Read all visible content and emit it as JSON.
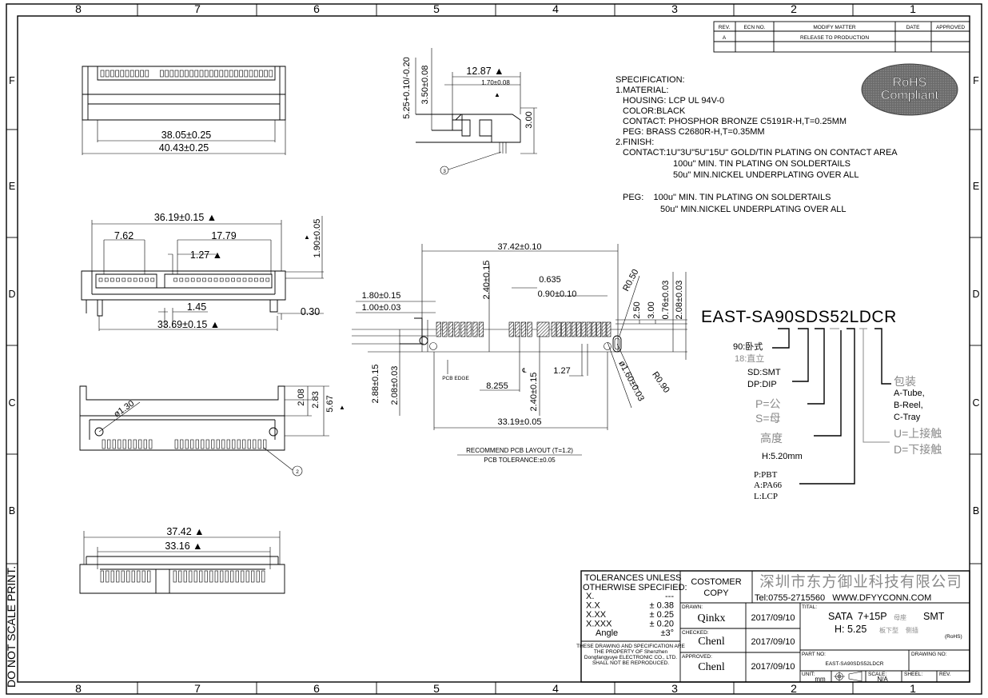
{
  "border": {
    "columns": [
      "8",
      "7",
      "6",
      "5",
      "4",
      "3",
      "2",
      "1"
    ],
    "rows": [
      "F",
      "E",
      "D",
      "C",
      "B"
    ],
    "note": "DO NOT SCALE PRINT."
  },
  "revision_table": {
    "headers": [
      "REV.",
      "ECN NO.",
      "MODIFY MATTER",
      "DATE",
      "APPROVED"
    ],
    "rows": [
      [
        "A",
        "",
        "RELEASE TO PRODUCTION",
        "",
        ""
      ]
    ]
  },
  "specification": {
    "lines": [
      "SPECIFICATION:",
      "1.MATERIAL:",
      "HOUSING: LCP UL 94V-0",
      "COLOR:BLACK",
      "CONTACT: PHOSPHOR BRONZE C5191R-H,T=0.25MM",
      "PEG: BRASS C2680R-H,T=0.35MM",
      "2.FINISH:",
      "CONTACT:1U\"3U\"5U\"15U\" GOLD/TIN PLATING ON CONTACT AREA",
      "100u\" MIN. TIN PLATING ON SOLDERTAILS",
      "50u\" MIN.NICKEL UNDERPLATING OVER ALL",
      "PEG:    100u\" MIN. TIN PLATING ON SOLDERTAILS",
      "50u\" MIN.NICKEL UNDERPLATING OVER ALL"
    ]
  },
  "rohs_badge": {
    "line1": "RoHS",
    "line2": "Compliant"
  },
  "top_view": {
    "dims": [
      "38.05±0.25",
      "40.43±0.25"
    ]
  },
  "side_view": {
    "dims": [
      "12.87 ▲",
      "1.70±0.08",
      "5.25+0.10/-0.20",
      "3.50±0.08",
      "3.00",
      "▲"
    ],
    "callout": "3"
  },
  "front_view": {
    "dims": [
      "36.19±0.15 ▲",
      "7.62",
      "17.79",
      "1.27 ▲",
      "1.90±0.05",
      "1.45",
      "0.30",
      "33.69±0.15 ▲",
      "▲"
    ]
  },
  "pcb_layout": {
    "dims": [
      "37.42±0.10",
      "1.80±0.15",
      "1.00±0.03",
      "2.40±0.15",
      "0.635",
      "0.90±0.10",
      "R0.50",
      "2.50",
      "3.00",
      "0.76±0.03",
      "2.08±0.03",
      "2.88±0.15",
      "2.08±0.03",
      "8.255",
      "2.40±0.15",
      "1.27",
      "ø1.60±0.03",
      "R0.90",
      "33.19±0.05",
      "℄"
    ],
    "pcb_edge": "PCB EDGE",
    "title": "RECOMMEND PCB LAYOUT (T=1.2)",
    "tolerance": "PCB TOLERANCE:±0.05"
  },
  "rear_view": {
    "dims": [
      "ø1.30",
      "2.08",
      "2.83",
      "5.67",
      "▲"
    ],
    "callout": "2"
  },
  "bottom_view": {
    "dims": [
      "37.42 ▲",
      "33.16 ▲"
    ]
  },
  "part_number_legend": {
    "part_number": "EAST-SA90SDS52LDCR",
    "orientation": [
      "90:卧式",
      "18:直立"
    ],
    "mount": [
      "SD:SMT",
      "DP:DIP"
    ],
    "gender": [
      "P=公",
      "S=母"
    ],
    "height": [
      "高度",
      "H:5.20mm"
    ],
    "material": [
      "P:PBT",
      "A:PA66",
      "L:LCP"
    ],
    "packaging": [
      "包装",
      "A-Tube,",
      "B-Reel,",
      "C-Tray"
    ],
    "contact": [
      "U=上接触",
      "D=下接触"
    ]
  },
  "title_block": {
    "tolerances": {
      "heading1": "TOLERANCES UNLESS",
      "heading2": "OTHERWISE SPECIFIED:",
      "rows": [
        [
          "X.",
          "---"
        ],
        [
          "X.X",
          "± 0.38"
        ],
        [
          "X.XX",
          "± 0.25"
        ],
        [
          "X.XXX",
          "± 0.20"
        ],
        [
          "Angle",
          "±3°"
        ]
      ]
    },
    "property_note": [
      "THESE DRAWING AND SPECIFICATION ARE",
      "THE PROPERTY OF Shenzhen",
      "Dongfangyuye   ELECTRONIC   CO., LTD.",
      "SHALL NOT BE REPRODUCED."
    ],
    "copy_label": [
      "COSTOMER",
      "COPY"
    ],
    "company": "深圳市东方御业科技有限公司",
    "contact": "Tel:0755-2715560   WWW.DFYYCONN.COM",
    "drawn_label": "DRAWN:",
    "drawn_by": "Qinkx",
    "drawn_date": "2017/09/10",
    "checked_label": "CHECKED:",
    "checked_by": "Chenl",
    "checked_date": "2017/09/10",
    "approved_label": "APPROVED:",
    "approved_by": "Chenl",
    "approved_date": "2017/09/10",
    "title_label": "TITAL:",
    "title_line1": "SATA  7+15P",
    "title_line1_cn": "母座",
    "title_line1_end": "SMT",
    "title_line2": "H: 5.25",
    "title_line2_cn": "板下型    侧插",
    "rohs_mark": "(RoHS)",
    "part_no_label": "PART NO:",
    "part_no": "EAST-SA90SDS52LDCR",
    "drawing_no_label": "DRAWING NO:",
    "unit_label": "UNIT:",
    "unit": "mm",
    "scale_label": "SCALE:",
    "scale": "N/A",
    "sheet_label": "SHEEL:",
    "rev_label": "REV."
  },
  "colors": {
    "line": "#000000",
    "legend_gray": "#8a8a8a",
    "rohs_badge": "#5a5a5a"
  }
}
